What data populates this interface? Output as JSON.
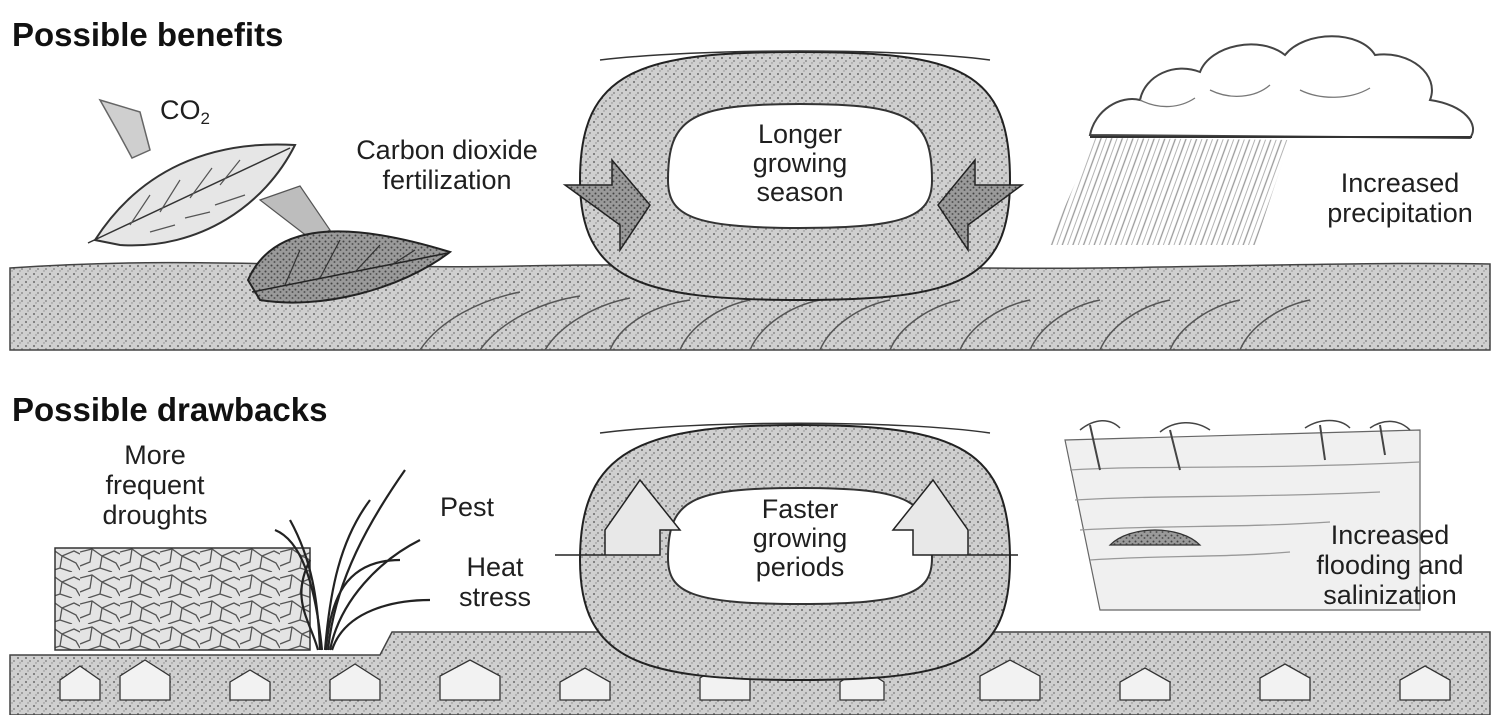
{
  "benefits": {
    "heading": "Possible benefits",
    "co2": {
      "base": "CO",
      "sub": "2"
    },
    "co2_fertilization": [
      "Carbon dioxide",
      "fertilization"
    ],
    "season": [
      "Longer",
      "growing",
      "season"
    ],
    "precipitation": [
      "Increased",
      "precipitation"
    ]
  },
  "drawbacks": {
    "heading": "Possible drawbacks",
    "droughts": [
      "More",
      "frequent",
      "droughts"
    ],
    "pest": "Pest",
    "heat": [
      "Heat",
      "stress"
    ],
    "periods": [
      "Faster",
      "growing",
      "periods"
    ],
    "flooding": [
      "Increased",
      "flooding and",
      "salinization"
    ]
  }
}
